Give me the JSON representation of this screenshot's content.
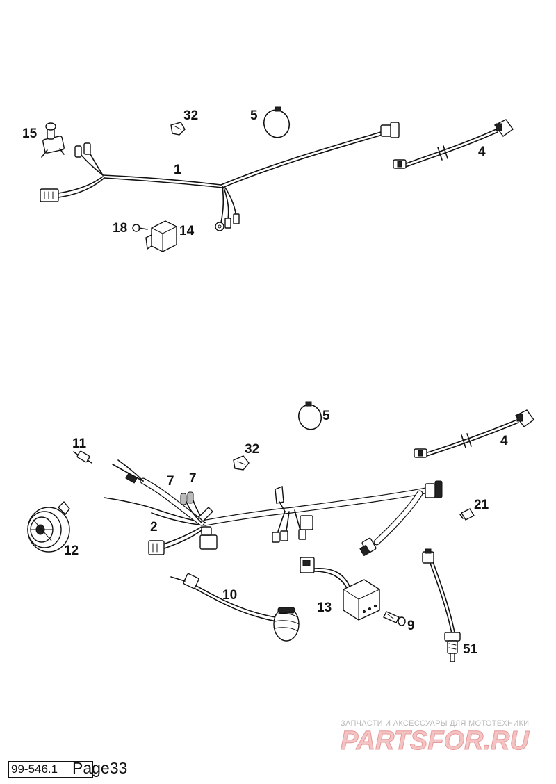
{
  "callouts": {
    "top": {
      "c1": "1",
      "c4": "4",
      "c5": "5",
      "c14": "14",
      "c15": "15",
      "c18": "18",
      "c32": "32"
    },
    "bottom": {
      "c2": "2",
      "c4": "4",
      "c5": "5",
      "c7a": "7",
      "c7b": "7",
      "c9": "9",
      "c10": "10",
      "c11": "11",
      "c12": "12",
      "c13": "13",
      "c21": "21",
      "c32": "32",
      "c51": "51"
    }
  },
  "watermark": {
    "tagline": "ЗАПЧАСТИ И АКСЕССУАРЫ ДЛЯ МОТОТЕХНИКИ",
    "logo": "PARTSFOR.RU",
    "color": "#e79a9a"
  },
  "footer": {
    "code": "99-546.1",
    "page": "Page33"
  }
}
